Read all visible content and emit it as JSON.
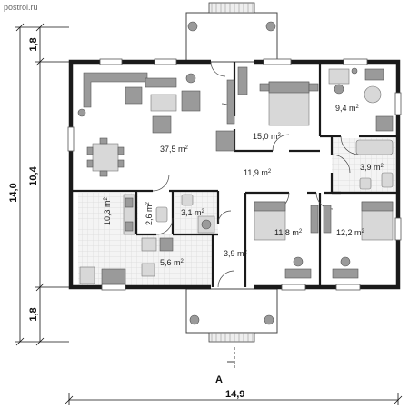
{
  "watermark": "postroi.ru",
  "dimensions": {
    "total_height": "14,0",
    "body_height": "10,4",
    "porch_top": "1,8",
    "porch_bottom": "1,8",
    "total_width": "14,9"
  },
  "section_mark": "A",
  "rooms": [
    {
      "id": "living",
      "area": "37,5 m",
      "sup": "2"
    },
    {
      "id": "bedroom-master",
      "area": "15,0 m",
      "sup": "2"
    },
    {
      "id": "study",
      "area": "9,4 m",
      "sup": "2"
    },
    {
      "id": "hall",
      "area": "11,9 m",
      "sup": "2"
    },
    {
      "id": "bath-large",
      "area": "3,9 m",
      "sup": "2"
    },
    {
      "id": "kitchen",
      "area": "10,3 m",
      "sup": "2"
    },
    {
      "id": "wc",
      "area": "2,6 m",
      "sup": "2"
    },
    {
      "id": "bath-small",
      "area": "3,1 m",
      "sup": "2"
    },
    {
      "id": "utility",
      "area": "5,6 m",
      "sup": "2"
    },
    {
      "id": "entry",
      "area": "3,9 m",
      "sup": "2"
    },
    {
      "id": "bedroom-2",
      "area": "11,8 m",
      "sup": "2"
    },
    {
      "id": "bedroom-3",
      "area": "12,2 m",
      "sup": "2"
    }
  ],
  "colors": {
    "wall": "#1a1a1a",
    "furniture": "#9a9a9a",
    "tile": "#dcdcdc"
  }
}
